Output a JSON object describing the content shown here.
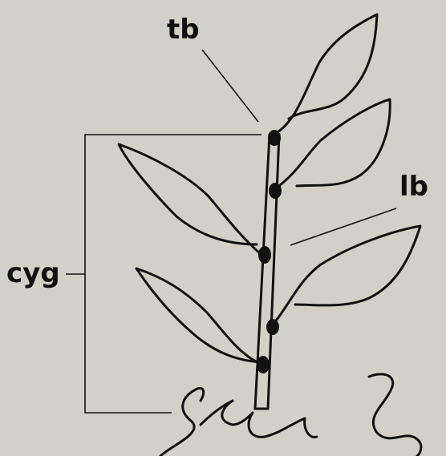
{
  "diagram": {
    "labels": {
      "terminal_bud": "tb",
      "lateral_bud": "lb",
      "growth_segment": "cyg"
    }
  }
}
